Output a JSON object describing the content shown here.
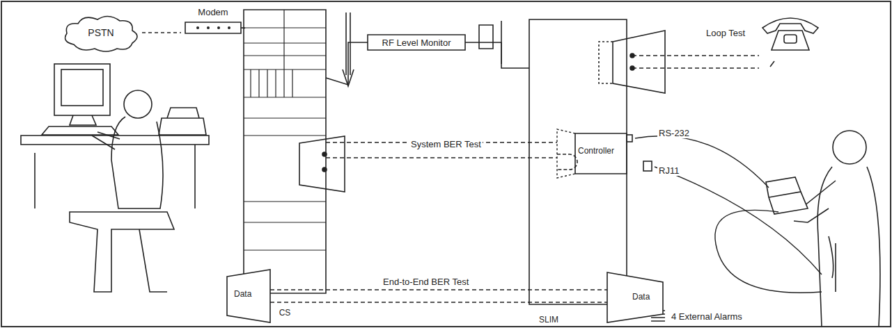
{
  "diagram": {
    "nodes": [
      {
        "text": [
          "PSTN"
        ]
      },
      {
        "text": [
          "Modem"
        ]
      },
      {
        "text": [
          "CS"
        ]
      },
      {
        "text": [
          "Data"
        ],
        "in": 2
      },
      {
        "text": [
          "RF Level Monitor"
        ]
      },
      {
        "text": [
          "SLIM"
        ]
      },
      {
        "text": [
          "Controller"
        ],
        "in": 5
      },
      {
        "text": [
          "Data"
        ],
        "in": 5
      }
    ],
    "edges": [
      {
        "from": 0,
        "to": 1,
        "arrow": "none"
      },
      {
        "from": 1,
        "to": 2,
        "arrow": "none"
      },
      {
        "from": 2,
        "to": 4,
        "arrow": "none"
      },
      {
        "from": 4,
        "to": 5,
        "arrow": "none"
      },
      {
        "from": 2,
        "to": 6,
        "label": "System BER Test",
        "arrow": "none"
      },
      {
        "from": 3,
        "to": 7,
        "label": "End-to-End BER Test",
        "arrow": "none"
      }
    ],
    "labels": [
      "Loop Test",
      "RS-232",
      "RJ11",
      "4 External Alarms"
    ]
  }
}
